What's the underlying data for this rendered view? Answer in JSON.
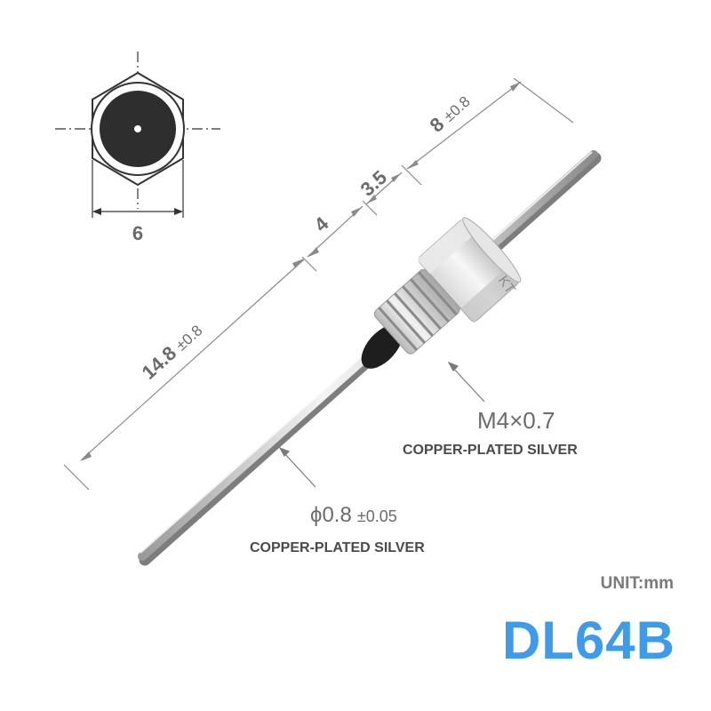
{
  "hex_view": {
    "width_label": "6"
  },
  "dimensions": {
    "total": {
      "value": "14.8",
      "tolerance": "±0.8"
    },
    "thread_len": {
      "value": "4"
    },
    "hex_len": {
      "value": "3.5"
    },
    "pin_len": {
      "value": "8",
      "tolerance": "±0.8"
    }
  },
  "body_mark": "KT",
  "thread": {
    "spec": "M4×0.7",
    "material": "COPPER-PLATED SILVER"
  },
  "pin": {
    "spec": "ϕ0.8",
    "tolerance": "±0.05",
    "material": "COPPER-PLATED SILVER"
  },
  "unit": "UNIT:mm",
  "model": "DL64B",
  "colors": {
    "accent": "#3d9be9",
    "dim_line": "#8a8a8a",
    "text": "#6b6b6b"
  }
}
